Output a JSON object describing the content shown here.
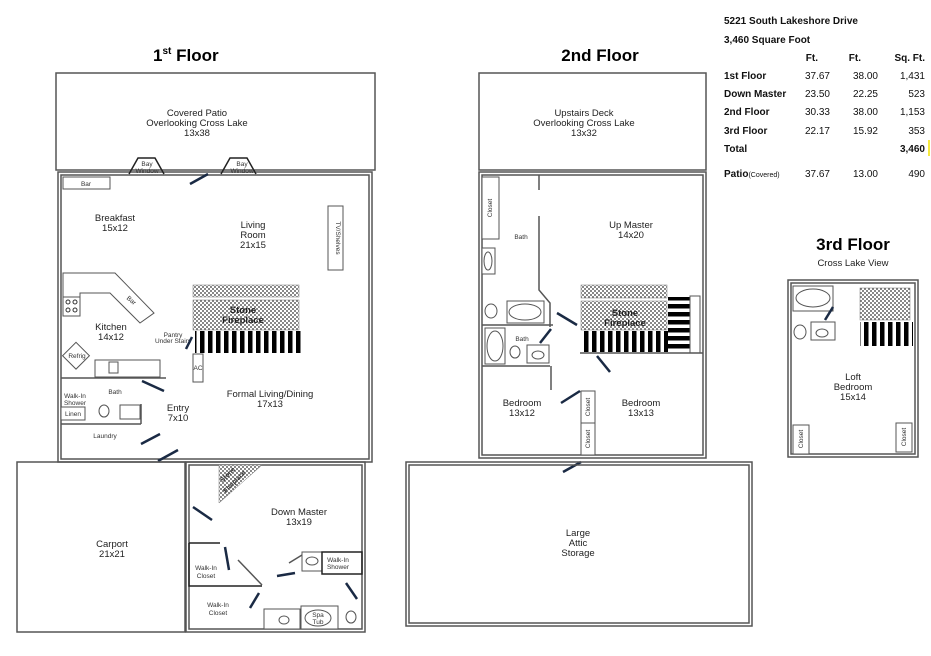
{
  "floors": {
    "first": {
      "title": "1st Floor",
      "sup": "st",
      "title_num": "1",
      "title_rest": " Floor",
      "patio": [
        "Covered Patio",
        "Overlooking Cross Lake",
        "13x38"
      ],
      "bay_window": [
        "Bay",
        "Window"
      ],
      "bar_small": "Bar",
      "bar_counter": "Bar",
      "breakfast": [
        "Breakfast",
        "15x12"
      ],
      "living": [
        "Living",
        "Room",
        "21x15"
      ],
      "tv_shelves": "TV/Shelves",
      "stone_fireplace": [
        "Stone",
        "Fireplace"
      ],
      "kitchen": [
        "Kitchen",
        "14x12"
      ],
      "pantry": [
        "Pantry",
        "Under Stairs"
      ],
      "refrig": "Refrig",
      "ac": "AC",
      "bath": "Bath",
      "walkin_shower": [
        "Walk-In",
        "Shower"
      ],
      "linen": "Linen",
      "laundry": "Laundry",
      "entry": [
        "Entry",
        "7x10"
      ],
      "formal": [
        "Formal Living/Dining",
        "17x13"
      ],
      "carport": [
        "Carport",
        "21x21"
      ],
      "down_master": [
        "Down Master",
        "13x19"
      ],
      "stone_fireplace_dm": [
        "Stone",
        "Fireplace"
      ],
      "walkin_closet_1": [
        "Walk-In",
        "Closet"
      ],
      "walkin_closet_2": [
        "Walk-In",
        "Closet"
      ],
      "walkin_shower_dm": [
        "Walk-In",
        "Shower"
      ],
      "spa_tub": [
        "Spa",
        "Tub"
      ]
    },
    "second": {
      "title": "2nd Floor",
      "deck": [
        "Upstairs Deck",
        "Overlooking Cross Lake",
        "13x32"
      ],
      "closet": "Closet",
      "bath1": "Bath",
      "bath2": "Bath",
      "up_master": [
        "Up Master",
        "14x20"
      ],
      "stone_fireplace": [
        "Stone",
        "Fireplace"
      ],
      "bedroom1": [
        "Bedroom",
        "13x12"
      ],
      "bedroom2": [
        "Bedroom",
        "13x13"
      ],
      "closet2": "Closet",
      "closet3": "Closet",
      "attic": [
        "Large",
        "Attic",
        "Storage"
      ]
    },
    "third": {
      "title": "3rd Floor",
      "subtitle": "Cross Lake View",
      "loft": [
        "Loft",
        "Bedroom",
        "15x14"
      ],
      "closet1": "Closet",
      "closet2": "Closet"
    }
  },
  "summary": {
    "address": "5221 South Lakeshore Drive",
    "total_sqft": "3,460 Square Foot",
    "headers": [
      "Ft.",
      "Ft.",
      "Sq. Ft."
    ],
    "rows": [
      {
        "label": "1st Floor",
        "a": "37.67",
        "b": "38.00",
        "sqft": "1,431"
      },
      {
        "label": "Down Master",
        "a": "23.50",
        "b": "22.25",
        "sqft": "523"
      },
      {
        "label": "2nd Floor",
        "a": "30.33",
        "b": "38.00",
        "sqft": "1,153"
      },
      {
        "label": "3rd Floor",
        "a": "22.17",
        "b": "15.92",
        "sqft": "353"
      }
    ],
    "total": {
      "label": "Total",
      "sqft": "3,460"
    },
    "patio": {
      "label": "Patio",
      "note": "(Covered)",
      "a": "37.67",
      "b": "13.00",
      "sqft": "490"
    }
  }
}
